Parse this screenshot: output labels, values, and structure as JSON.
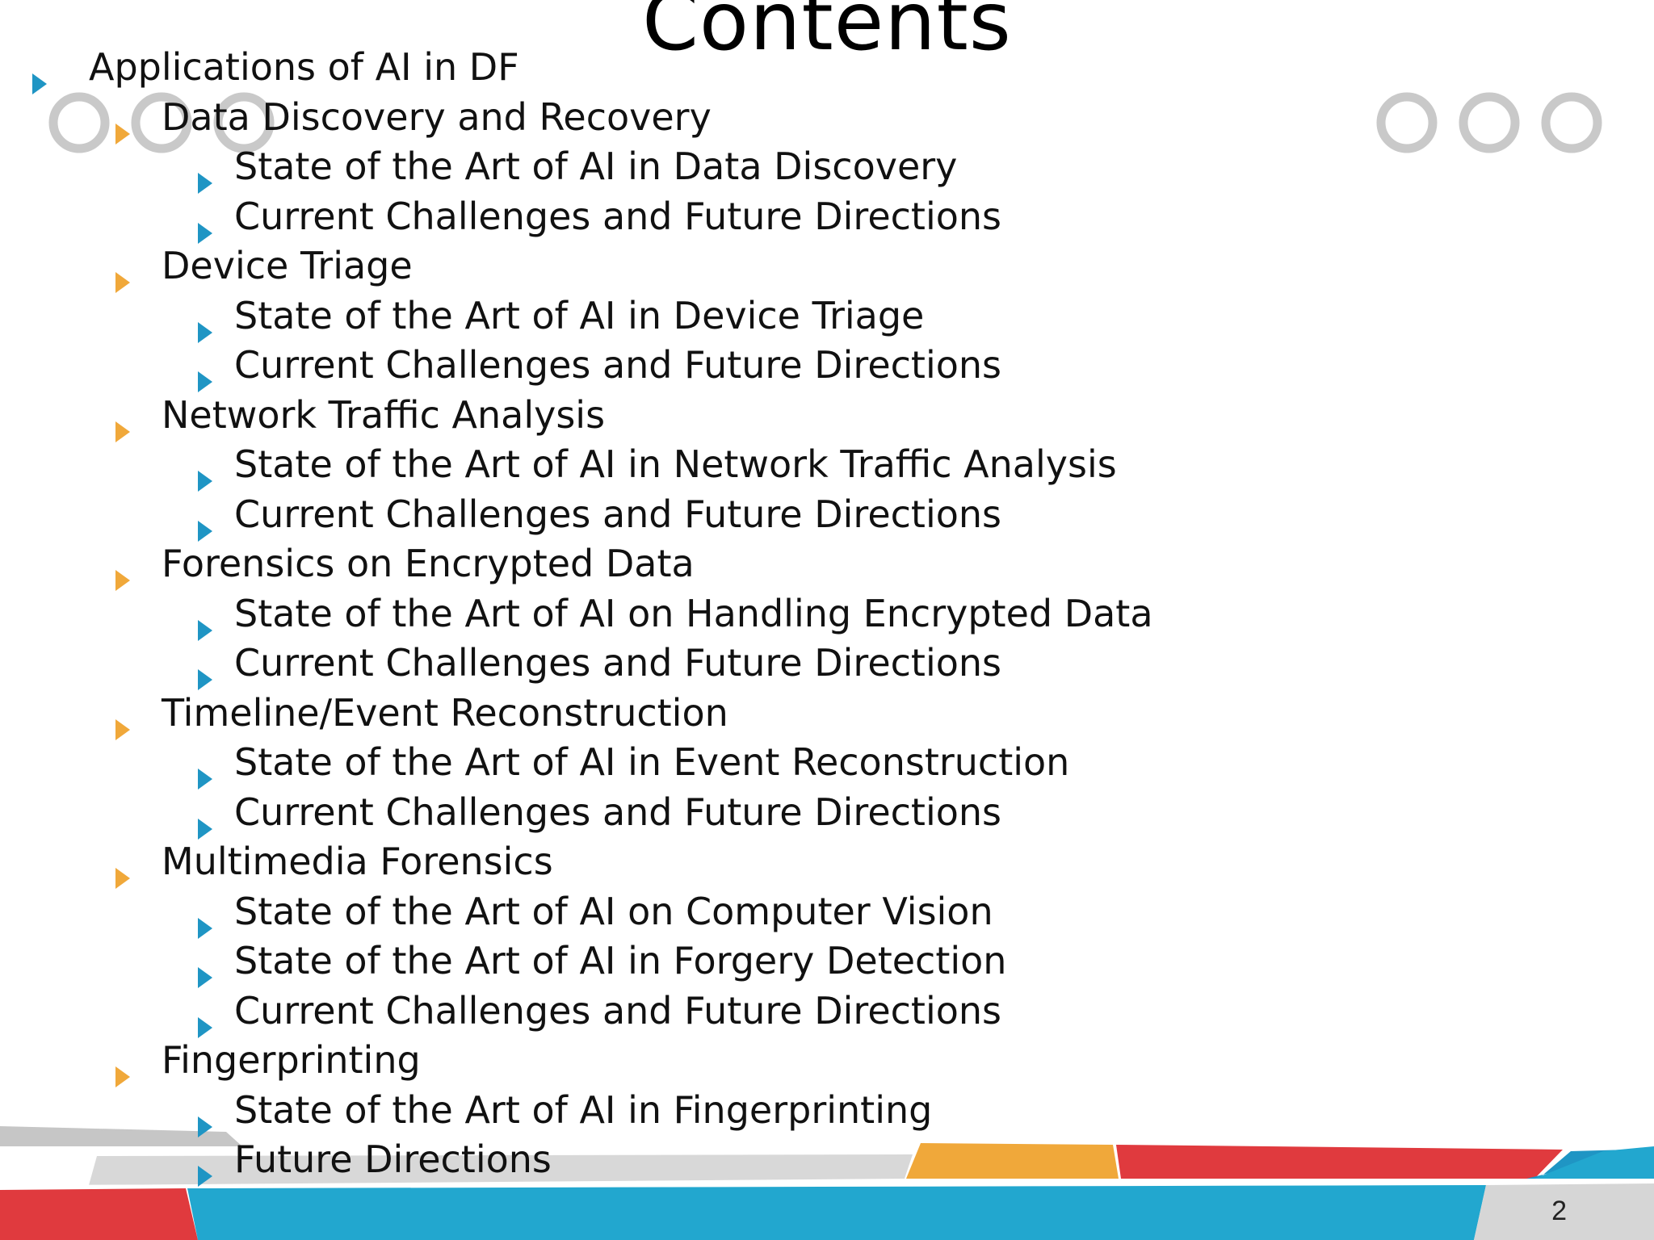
{
  "slide": {
    "title": "Contents",
    "page_number": "2",
    "colors": {
      "accent_blue": "#1F95C4",
      "accent_orange": "#F0A83A",
      "accent_red": "#E03A3E",
      "circle_gray": "#C9C9C9",
      "band_gray": "#D6D6D6"
    },
    "items": [
      {
        "level": 0,
        "text": "Applications of AI in DF",
        "bullet": "triangle-blue"
      },
      {
        "level": 1,
        "text": "Data Discovery and Recovery",
        "bullet": "triangle-orange"
      },
      {
        "level": 2,
        "text": "State of the Art of AI in Data Discovery",
        "bullet": "triangle-blue"
      },
      {
        "level": 2,
        "text": "Current Challenges and Future Directions",
        "bullet": "triangle-blue"
      },
      {
        "level": 1,
        "text": "Device Triage",
        "bullet": "triangle-orange"
      },
      {
        "level": 2,
        "text": "State of the Art of AI in Device Triage",
        "bullet": "triangle-blue"
      },
      {
        "level": 2,
        "text": "Current Challenges and Future Directions",
        "bullet": "triangle-blue"
      },
      {
        "level": 1,
        "text": " Network Traffic Analysis",
        "bullet": "triangle-orange"
      },
      {
        "level": 2,
        "text": "State of the Art of AI in Network Traffic Analysis",
        "bullet": "triangle-blue"
      },
      {
        "level": 2,
        "text": "Current Challenges and Future Directions",
        "bullet": "triangle-blue"
      },
      {
        "level": 1,
        "text": "Forensics on Encrypted Data",
        "bullet": "triangle-orange"
      },
      {
        "level": 2,
        "text": "State of the Art of AI on Handling Encrypted Data",
        "bullet": "triangle-blue"
      },
      {
        "level": 2,
        "text": "Current Challenges and Future Directions",
        "bullet": "triangle-blue"
      },
      {
        "level": 1,
        "text": "Timeline/Event Reconstruction",
        "bullet": "triangle-orange"
      },
      {
        "level": 2,
        "text": "State of the Art of AI in Event Reconstruction",
        "bullet": "triangle-blue"
      },
      {
        "level": 2,
        "text": "Current Challenges and Future Directions",
        "bullet": "triangle-blue"
      },
      {
        "level": 1,
        "text": "Multimedia Forensics",
        "bullet": "triangle-orange"
      },
      {
        "level": 2,
        "text": "State of the Art of AI on Computer Vision",
        "bullet": "triangle-blue"
      },
      {
        "level": 2,
        "text": "State of the Art of AI in Forgery Detection",
        "bullet": "triangle-blue"
      },
      {
        "level": 2,
        "text": "Current Challenges and Future Directions",
        "bullet": "triangle-blue"
      },
      {
        "level": 1,
        "text": "Fingerprinting",
        "bullet": "triangle-orange"
      },
      {
        "level": 2,
        "text": "State of the Art of AI in Fingerprinting",
        "bullet": "triangle-blue"
      },
      {
        "level": 2,
        "text": "Future Directions",
        "bullet": "triangle-blue"
      }
    ]
  }
}
